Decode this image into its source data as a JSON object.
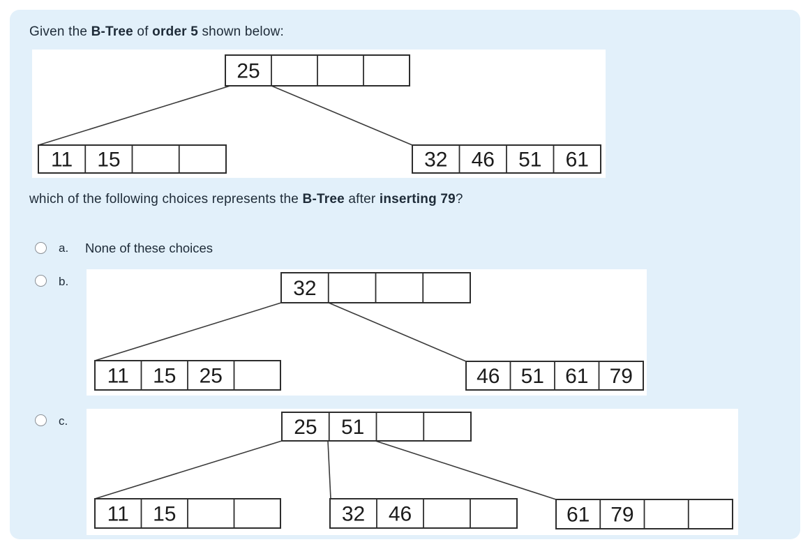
{
  "question": {
    "intro": [
      {
        "t": "Given the ",
        "b": false
      },
      {
        "t": "B-Tree",
        "b": true
      },
      {
        "t": " of ",
        "b": false
      },
      {
        "t": "order 5",
        "b": true
      },
      {
        "t": " shown below:",
        "b": false
      }
    ],
    "followup": [
      {
        "t": "which of the following choices represents the ",
        "b": false
      },
      {
        "t": "B-Tree",
        "b": true
      },
      {
        "t": " after ",
        "b": false
      },
      {
        "t": "inserting 79",
        "b": true
      },
      {
        "t": "?",
        "b": false
      }
    ]
  },
  "trees": {
    "question": {
      "root": [
        "25",
        "",
        "",
        ""
      ],
      "children": [
        [
          "11",
          "15",
          "",
          ""
        ],
        [
          "32",
          "46",
          "51",
          "61"
        ]
      ]
    },
    "option_b": {
      "root": [
        "32",
        "",
        "",
        ""
      ],
      "children": [
        [
          "11",
          "15",
          "25",
          ""
        ],
        [
          "46",
          "51",
          "61",
          "79"
        ]
      ]
    },
    "option_c": {
      "root": [
        "25",
        "51",
        "",
        ""
      ],
      "children": [
        [
          "11",
          "15",
          "",
          ""
        ],
        [
          "32",
          "46",
          "",
          ""
        ],
        [
          "61",
          "79",
          "",
          ""
        ]
      ]
    }
  },
  "options": [
    {
      "label": "a.",
      "text": "None of these choices"
    },
    {
      "label": "b."
    },
    {
      "label": "c."
    }
  ],
  "colors": {
    "panel_bg": "#e2f0fa",
    "text": "#1e2b38",
    "figure_bg": "#ffffff",
    "tree_line": "#2d2d2d"
  }
}
